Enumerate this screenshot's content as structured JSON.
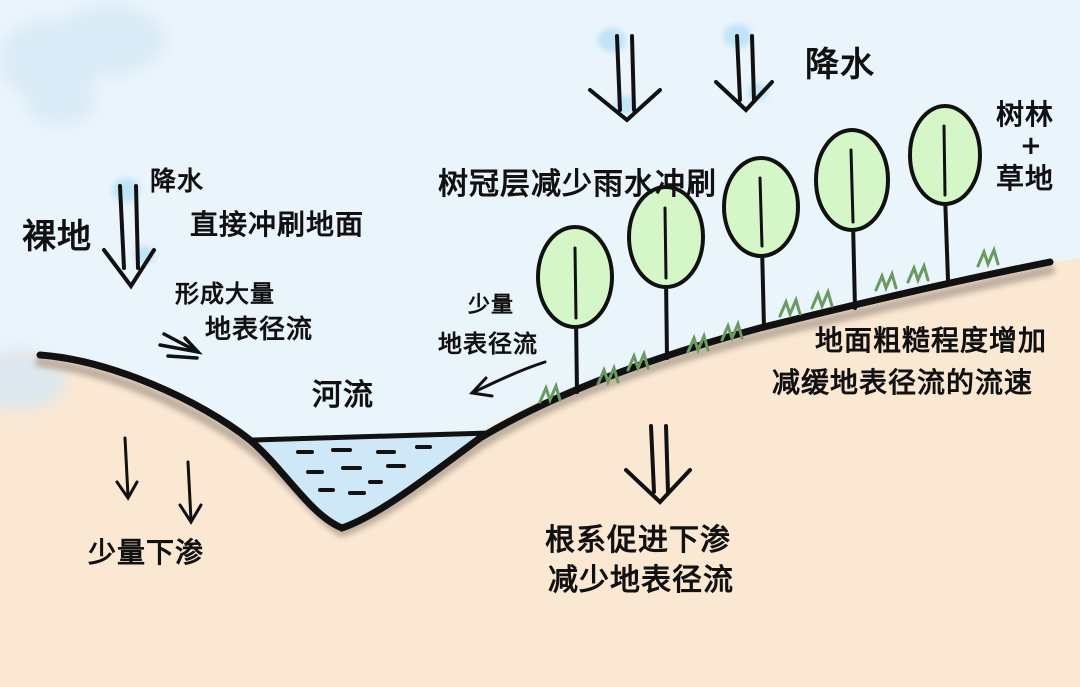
{
  "colors": {
    "sky": "#eaf4fb",
    "soil": "#fbe8d3",
    "soil_shadow": "#b5a597",
    "ground_line": "#111111",
    "water": "#cfe8f7",
    "tree_crown": "#d5f7c8",
    "grass": "#6a9a62",
    "rain_glow": "#bfe4f8",
    "cloud": "#dcecf7"
  },
  "icons": {
    "rain_arrow": "double-line-down-arrow",
    "infiltration_arrow": "double-line-down-arrow",
    "runoff_arrow": "chevron-right-arrow",
    "tree": "tree-icon",
    "grass": "grass-tuft-icon"
  },
  "labels": {
    "bare_land": "裸地",
    "rain_left": "降水",
    "direct_wash": "直接冲刷地面",
    "runoff_large_1": "形成大量",
    "runoff_large_2": "地表径流",
    "infiltration_low": "少量下渗",
    "river": "河流",
    "runoff_small_1": "少量",
    "runoff_small_2": "地表径流",
    "canopy": "树冠层减少雨水冲刷",
    "rain_right": "降水",
    "forest_1": "树林",
    "forest_plus": "+",
    "forest_2": "草地",
    "roughness_1": "地面粗糙程度增加",
    "roughness_2": "减缓地表径流的流速",
    "roots_1": "根系促进下渗",
    "roots_2": "减少地表径流"
  }
}
